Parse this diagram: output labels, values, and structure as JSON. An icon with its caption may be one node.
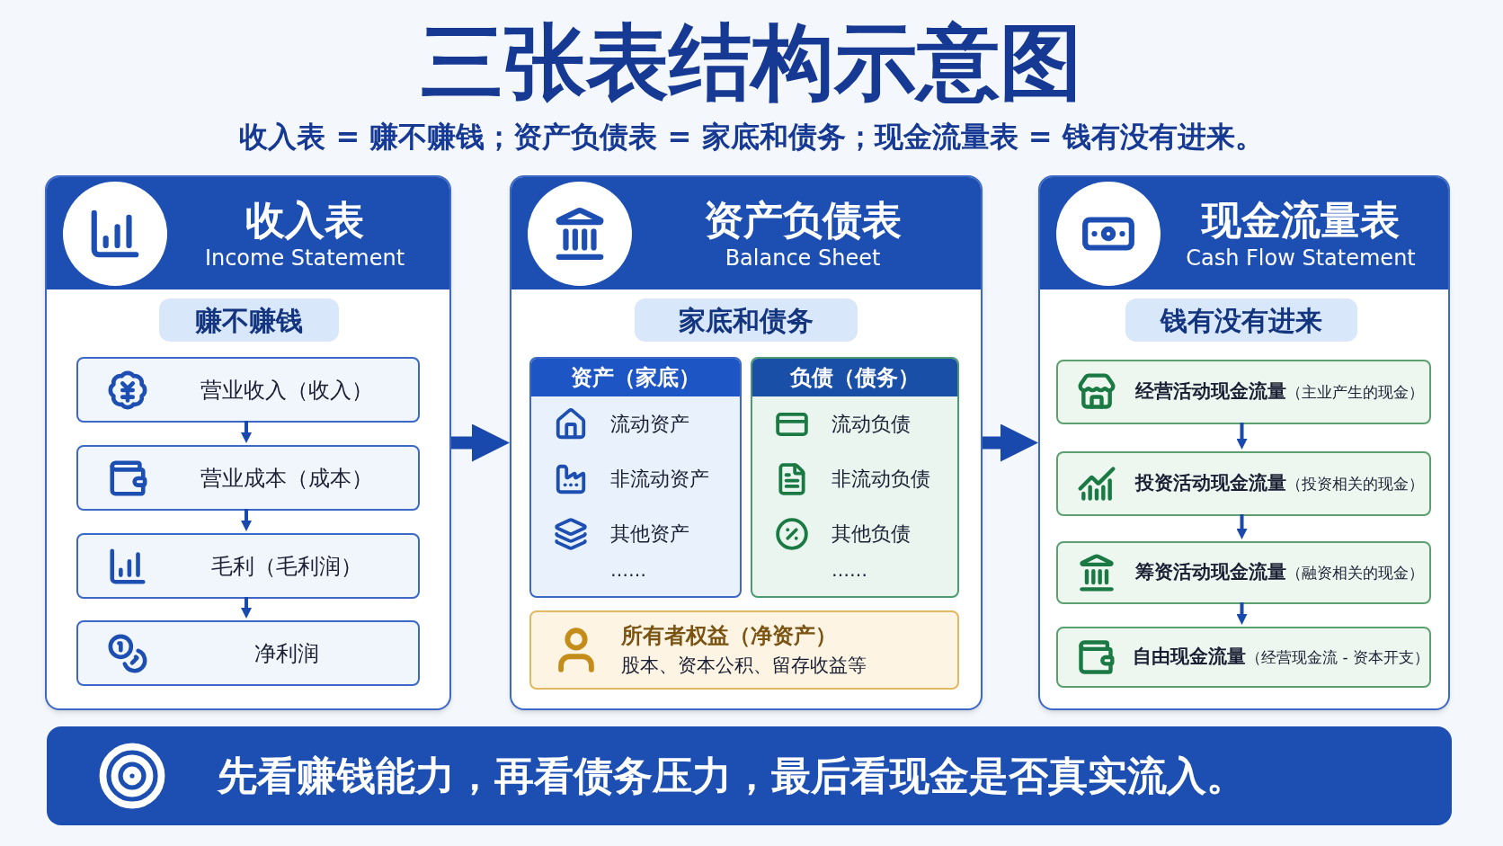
{
  "diagram": {
    "title": "三张表结构示意图",
    "nodes": [
      {
        "text": [
          "收入表",
          "Income Statement"
        ]
      },
      {
        "text": [
          "赚不赚钱"
        ],
        "in": 0
      },
      {
        "text": [
          "营业收入（收入）"
        ],
        "in": 0
      },
      {
        "text": [
          "营业成本（成本）"
        ],
        "in": 0
      },
      {
        "text": [
          "毛利（毛利润）"
        ],
        "in": 0
      },
      {
        "text": [
          "净利润"
        ],
        "in": 0
      },
      {
        "text": [
          "资产负债表",
          "Balance Sheet"
        ]
      },
      {
        "text": [
          "家底和债务"
        ],
        "in": 6
      },
      {
        "text": [
          "资产（家底）",
          "流动资产",
          "非流动资产",
          "其他资产",
          "……"
        ],
        "in": 6
      },
      {
        "text": [
          "负债（债务）",
          "流动负债",
          "非流动负债",
          "其他负债",
          "……"
        ],
        "in": 6
      },
      {
        "text": [
          "所有者权益（净资产）",
          "股本、资本公积、留存收益等"
        ],
        "in": 6
      },
      {
        "text": [
          "现金流量表",
          "Cash Flow Statement"
        ]
      },
      {
        "text": [
          "钱有没有进来"
        ],
        "in": 11
      },
      {
        "text": [
          "经营活动现金流量",
          "（主业产生的现金）"
        ],
        "in": 11
      },
      {
        "text": [
          "投资活动现金流量",
          "（投资相关的现金）"
        ],
        "in": 11
      },
      {
        "text": [
          "筹资活动现金流量",
          "（融资相关的现金）"
        ],
        "in": 11
      },
      {
        "text": [
          "自由现金流量",
          "（经营现金流 - 资本开支）"
        ],
        "in": 11
      },
      {
        "text": [
          "先看赚钱能力，再看债务压力，最后看现金是否真实流入。"
        ]
      }
    ],
    "edges": [
      {
        "from": 2,
        "to": 3,
        "arrow": "to"
      },
      {
        "from": 3,
        "to": 4,
        "arrow": "to"
      },
      {
        "from": 4,
        "to": 5,
        "arrow": "to"
      },
      {
        "from": 0,
        "to": 6,
        "arrow": "to",
        "style": "thick"
      },
      {
        "from": 6,
        "to": 11,
        "arrow": "to",
        "style": "thick"
      },
      {
        "from": 13,
        "to": 14,
        "arrow": "to"
      },
      {
        "from": 14,
        "to": 15,
        "arrow": "to"
      },
      {
        "from": 15,
        "to": 16,
        "arrow": "to"
      }
    ],
    "labels": [
      "收入表 = 赚不赚钱；资产负债表 = 家底和债务；现金流量表 = 钱有没有进来。"
    ]
  }
}
